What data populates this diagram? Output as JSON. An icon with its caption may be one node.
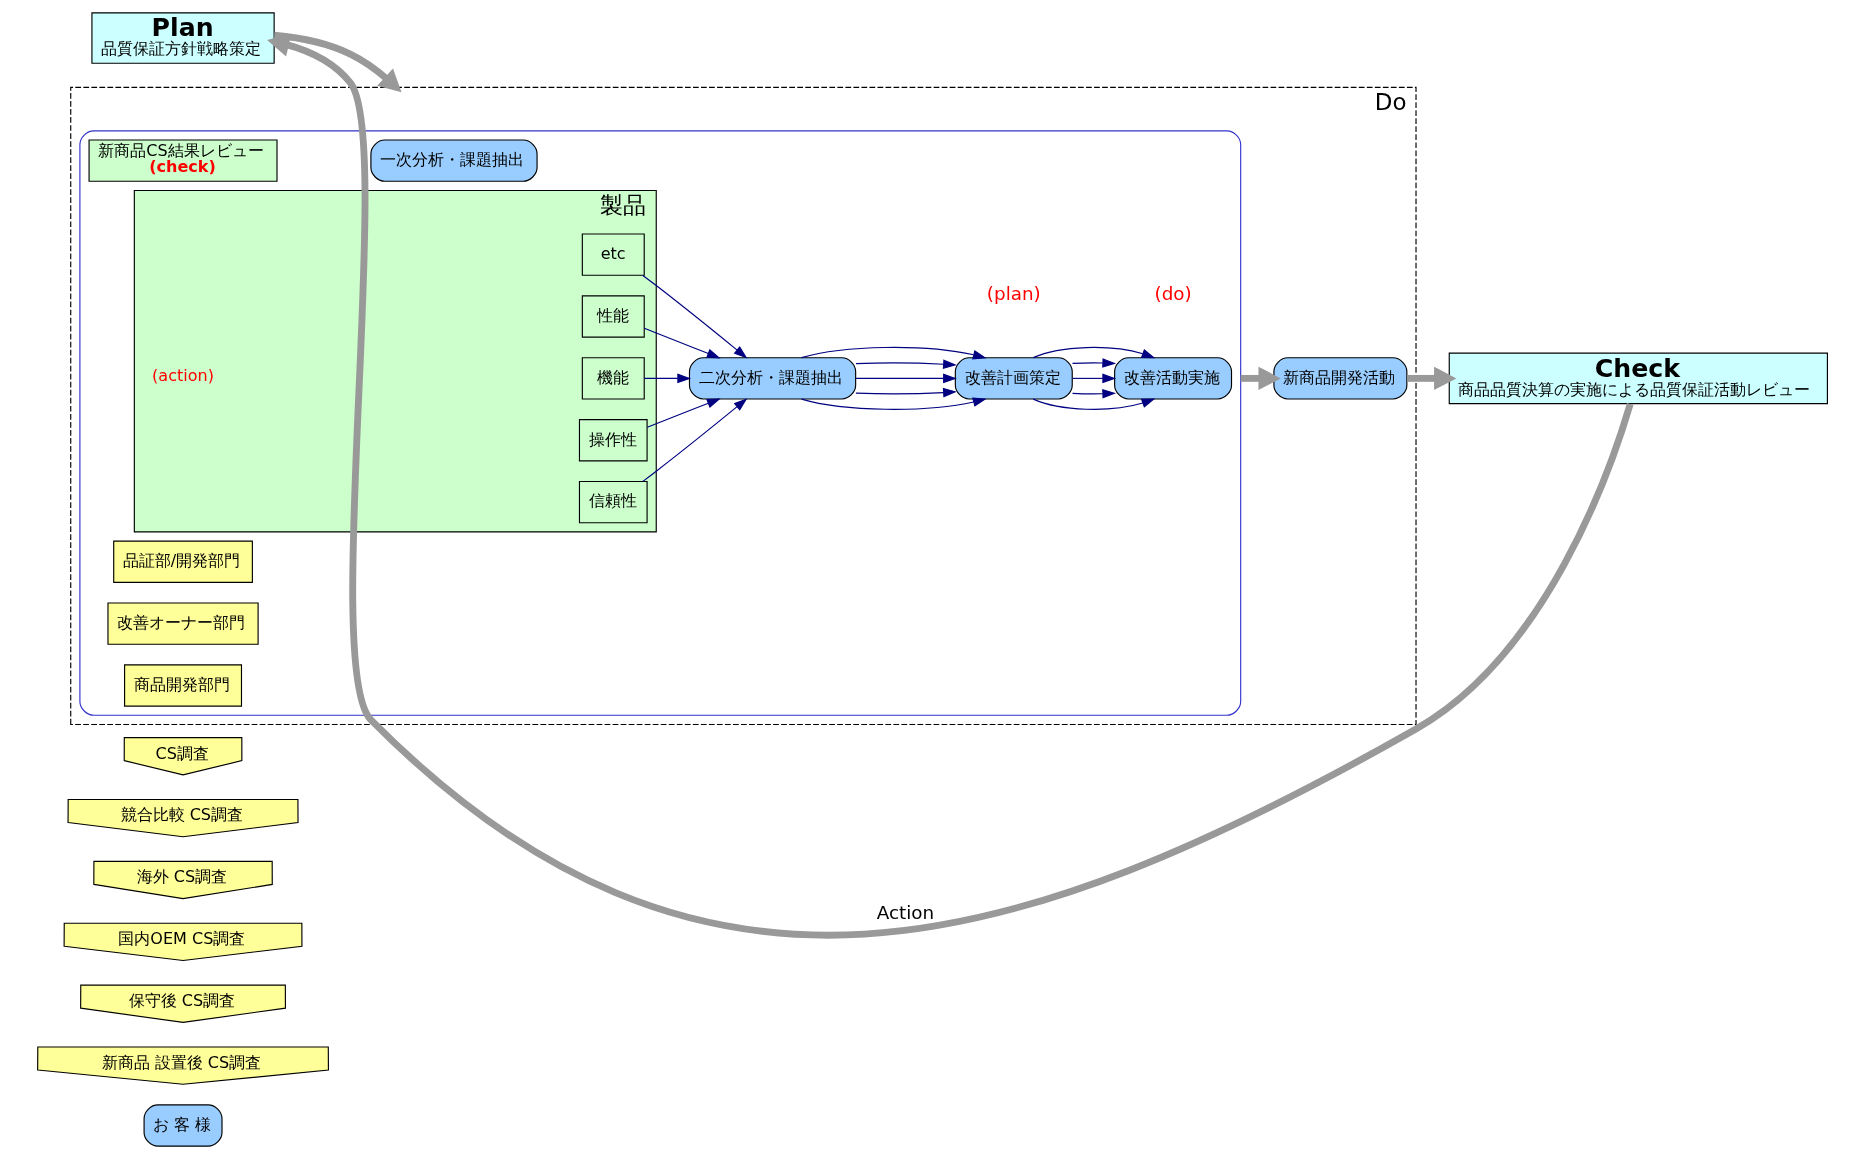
{
  "diagram": {
    "nodes": [
      {
        "text": [
          "お 客 様"
        ]
      },
      {
        "text": [
          "新商品 設置後 CS調査"
        ]
      },
      {
        "text": [
          "保守後 CS調査"
        ]
      },
      {
        "text": [
          "国内OEM CS調査"
        ]
      },
      {
        "text": [
          "海外 CS調査"
        ]
      },
      {
        "text": [
          "競合比較 CS調査"
        ]
      },
      {
        "text": [
          "CS調査"
        ]
      },
      {
        "text": [
          "Plan",
          "品質保証方針戦略策定"
        ]
      },
      {
        "text": [
          "Do"
        ]
      },
      {
        "text": [],
        "shape": "box",
        "in": 8
      },
      {
        "text": [
          "新商品CS結果レビュー",
          "(check)"
        ],
        "in": 9
      },
      {
        "text": [
          "一次分析・課題抽出"
        ],
        "in": 9
      },
      {
        "text": [
          "製品"
        ],
        "in": 9,
        "beside": [
          "(action)"
        ]
      },
      {
        "text": [
          "信頼性"
        ],
        "in": 12
      },
      {
        "text": [
          "操作性"
        ],
        "in": 12
      },
      {
        "text": [
          "機能"
        ],
        "in": 12
      },
      {
        "text": [
          "性能"
        ],
        "in": 12
      },
      {
        "text": [
          "etc"
        ],
        "in": 12
      },
      {
        "text": [
          "二次分析・課題抽出"
        ],
        "in": 9
      },
      {
        "text": [
          "改善計画策定"
        ],
        "in": 9,
        "beside": [
          "(plan)"
        ]
      },
      {
        "text": [
          "改善活動実施"
        ],
        "in": 9,
        "beside": [
          "(do)"
        ]
      },
      {
        "text": [
          "品証部/開発部門"
        ],
        "in": 9
      },
      {
        "text": [
          "改善オーナー部門"
        ],
        "in": 9
      },
      {
        "text": [
          "商品開発部門"
        ],
        "in": 9
      },
      {
        "text": [
          "新商品開発活動"
        ],
        "in": 8
      },
      {
        "text": [
          "Check",
          "商品品質決算の実施による品質保証活動レビュー"
        ]
      }
    ],
    "edges": [
      {
        "from": 7,
        "to": 8,
        "arrow": "to",
        "style": "thick",
        "color": "#999999"
      },
      {
        "from": 13,
        "to": 18,
        "arrow": "to"
      },
      {
        "from": 14,
        "to": 18,
        "arrow": "to"
      },
      {
        "from": 15,
        "to": 18,
        "arrow": "to"
      },
      {
        "from": 16,
        "to": 18,
        "arrow": "to"
      },
      {
        "from": 17,
        "to": 18,
        "arrow": "to"
      },
      {
        "from": 18,
        "to": 19,
        "arrow": "to"
      },
      {
        "from": 18,
        "to": 19,
        "arrow": "to"
      },
      {
        "from": 18,
        "to": 19,
        "arrow": "to"
      },
      {
        "from": 18,
        "to": 19,
        "arrow": "to"
      },
      {
        "from": 18,
        "to": 19,
        "arrow": "to"
      },
      {
        "from": 19,
        "to": 20,
        "arrow": "to"
      },
      {
        "from": 19,
        "to": 20,
        "arrow": "to"
      },
      {
        "from": 19,
        "to": 20,
        "arrow": "to"
      },
      {
        "from": 19,
        "to": 20,
        "arrow": "to"
      },
      {
        "from": 19,
        "to": 20,
        "arrow": "to"
      },
      {
        "from": 9,
        "to": 24,
        "arrow": "to",
        "style": "thick",
        "color": "#999999"
      },
      {
        "from": 24,
        "to": 25,
        "arrow": "to",
        "style": "thick",
        "color": "#999999"
      },
      {
        "from": 25,
        "to": 7,
        "arrow": "to",
        "label": "Action",
        "style": "thick",
        "color": "#999999"
      }
    ]
  }
}
